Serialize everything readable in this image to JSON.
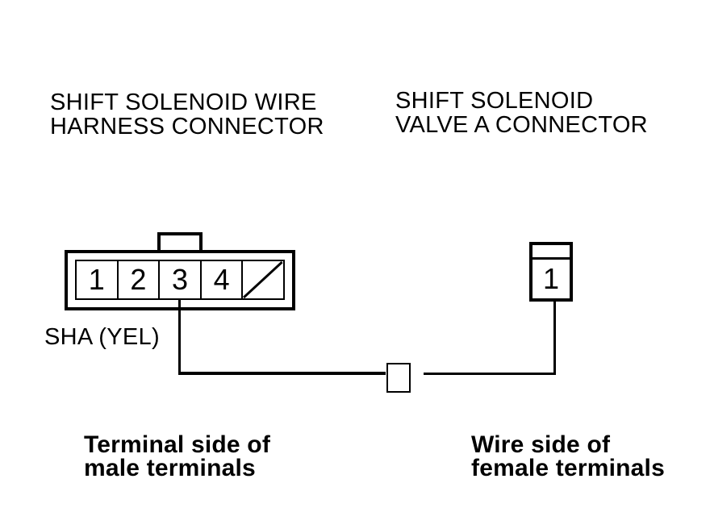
{
  "diagram": {
    "background_color": "#ffffff",
    "line_color": "#000000",
    "left_connector": {
      "title_line1": "SHIFT SOLENOID WIRE",
      "title_line2": "HARNESS CONNECTOR",
      "terminals": [
        "1",
        "2",
        "3",
        "4"
      ],
      "blank_terminal_icon": "diagonal-slash-icon",
      "wire_label": "SHA (YEL)",
      "caption_line1": "Terminal side of",
      "caption_line2": "male terminals"
    },
    "right_connector": {
      "title_line1": "SHIFT SOLENOID",
      "title_line2": "VALVE A CONNECTOR",
      "terminal": "1",
      "caption_line1": "Wire side of",
      "caption_line2": "female terminals"
    }
  }
}
